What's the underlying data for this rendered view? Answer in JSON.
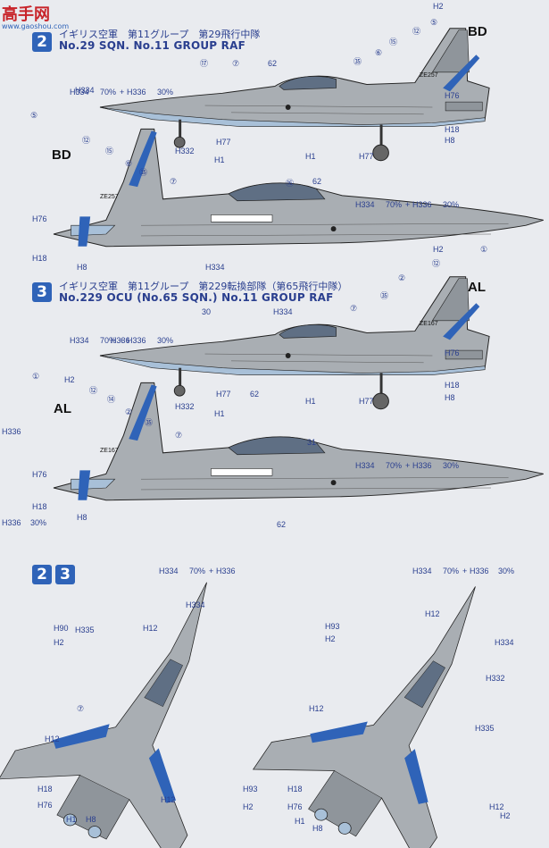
{
  "watermark": {
    "logo_text": "高手网",
    "url": "www.gaoshou.com"
  },
  "schemes": [
    {
      "badge": "2",
      "jp_title": "イギリス空軍　第11グループ　第29飛行中隊",
      "en_title": "No.29 SQN. No.11 GROUP RAF",
      "tail_code": "BD",
      "serial": "ZE257"
    },
    {
      "badge": "3",
      "jp_title": "イギリス空軍　第11グループ　第229転換部隊（第65飛行中隊）",
      "en_title": "No.229 OCU (No.65 SQN.) No.11 GROUP RAF",
      "tail_code": "AL",
      "serial": "ZE167"
    }
  ],
  "plan_badges": [
    "2",
    "3"
  ],
  "paint_mix": {
    "a_code": "H334",
    "a_pct": "70%",
    "plus": "+",
    "b_code": "H336",
    "b_pct": "30%"
  },
  "colors": {
    "body_gray": "#a9aeb3",
    "body_dark": "#8f959b",
    "belly_blue": "#a8c0d8",
    "accent_blue": "#2f63b8",
    "ink": "#2a3f8f",
    "background": "#e9ebef"
  },
  "callouts": {
    "side1_top": [
      "H2",
      "⑤",
      "⑫",
      "⑮",
      "⑥",
      "㉟",
      "⑦",
      "⑰",
      "62",
      "H334",
      "H76",
      "H18",
      "H8",
      "H332",
      "H77",
      "H1",
      "H1",
      "H77"
    ],
    "side1_bottom": [
      "⑤",
      "⑫",
      "⑮",
      "⑥",
      "㉟",
      "⑦",
      "⑯",
      "62",
      "H76",
      "H18",
      "H8",
      "H334"
    ],
    "side2_top": [
      "H2",
      "①",
      "⑫",
      "②",
      "㉟",
      "⑦",
      "30",
      "H334",
      "H336",
      "H76",
      "H18",
      "H8",
      "H332",
      "H77",
      "H1",
      "H1",
      "H77",
      "62"
    ],
    "side2_bottom": [
      "①",
      "H2",
      "⑫",
      "⑭",
      "②",
      "㉟",
      "⑦",
      "31",
      "H336",
      "H76",
      "H18",
      "H8",
      "62"
    ],
    "plan_left": [
      "H334",
      "H90",
      "H2",
      "H335",
      "H12",
      "⑦",
      "H12",
      "H18",
      "H76",
      "H1",
      "H8",
      "H12",
      "H93",
      "H2"
    ],
    "plan_right": [
      "H12",
      "H93",
      "H2",
      "H12",
      "H334",
      "H332",
      "H335",
      "H18",
      "H76",
      "H8",
      "H1",
      "H12",
      "H2"
    ]
  }
}
